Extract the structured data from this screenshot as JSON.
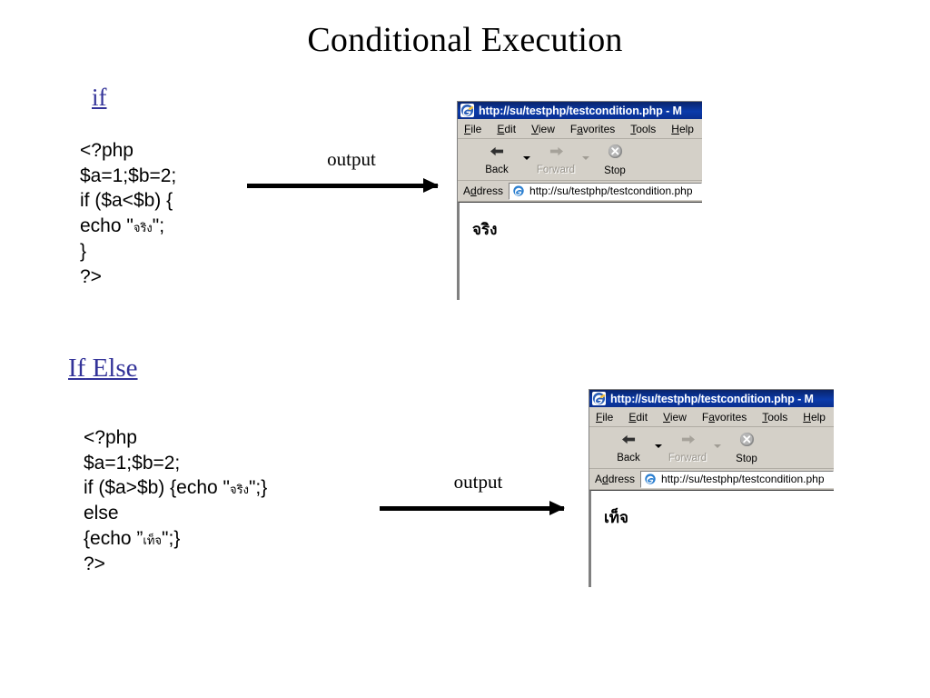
{
  "slide": {
    "title": "Conditional Execution"
  },
  "sections": [
    {
      "heading": "if",
      "code_lines": [
        "<?php",
        "$a=1;$b=2;",
        "if ($a<$b) {",
        "echo \"จริง\";",
        "}",
        "?>"
      ],
      "arrow_label": "output",
      "browser": {
        "title": "http://su/testphp/testcondition.php - M",
        "logo_icon": "ie-logo-icon",
        "menu_items": [
          {
            "pre": "",
            "accel": "F",
            "post": "ile"
          },
          {
            "pre": "",
            "accel": "E",
            "post": "dit"
          },
          {
            "pre": "",
            "accel": "V",
            "post": "iew"
          },
          {
            "pre": "F",
            "accel": "a",
            "post": "vorites"
          },
          {
            "pre": "",
            "accel": "T",
            "post": "ools"
          },
          {
            "pre": "",
            "accel": "H",
            "post": "elp"
          }
        ],
        "toolbar": {
          "back_label": "Back",
          "back_icon": "back-arrow-icon",
          "forward_label": "Forward",
          "forward_icon": "forward-arrow-icon",
          "stop_label": "Stop",
          "stop_icon": "stop-icon"
        },
        "address": {
          "label_pre": "A",
          "label_accel": "d",
          "label_post": "dress",
          "icon": "ie-page-icon",
          "url": "http://su/testphp/testcondition.php"
        },
        "page_text": "จริง"
      }
    },
    {
      "heading_word1": "If",
      "heading_word2": "Else",
      "code_lines": [
        "<?php",
        "$a=1;$b=2;",
        "if ($a>$b) {echo \"จริง\";}",
        "else",
        "{echo \"เท็จ\";}",
        "?>"
      ],
      "arrow_label": "output",
      "browser": {
        "title": "http://su/testphp/testcondition.php - M",
        "logo_icon": "ie-logo-icon",
        "menu_items": [
          {
            "pre": "",
            "accel": "F",
            "post": "ile"
          },
          {
            "pre": "",
            "accel": "E",
            "post": "dit"
          },
          {
            "pre": "",
            "accel": "V",
            "post": "iew"
          },
          {
            "pre": "F",
            "accel": "a",
            "post": "vorites"
          },
          {
            "pre": "",
            "accel": "T",
            "post": "ools"
          },
          {
            "pre": "",
            "accel": "H",
            "post": "elp"
          }
        ],
        "toolbar": {
          "back_label": "Back",
          "back_icon": "back-arrow-icon",
          "forward_label": "Forward",
          "forward_icon": "forward-arrow-icon",
          "stop_label": "Stop",
          "stop_icon": "stop-icon"
        },
        "address": {
          "label_pre": "A",
          "label_accel": "d",
          "label_post": "dress",
          "icon": "ie-page-icon",
          "url": "http://su/testphp/testcondition.php"
        },
        "page_text": "เท็จ"
      }
    }
  ],
  "colors": {
    "link": "#333399",
    "titlebar": "#0a2f8f",
    "chrome": "#d4d0c8",
    "text": "#000000"
  }
}
